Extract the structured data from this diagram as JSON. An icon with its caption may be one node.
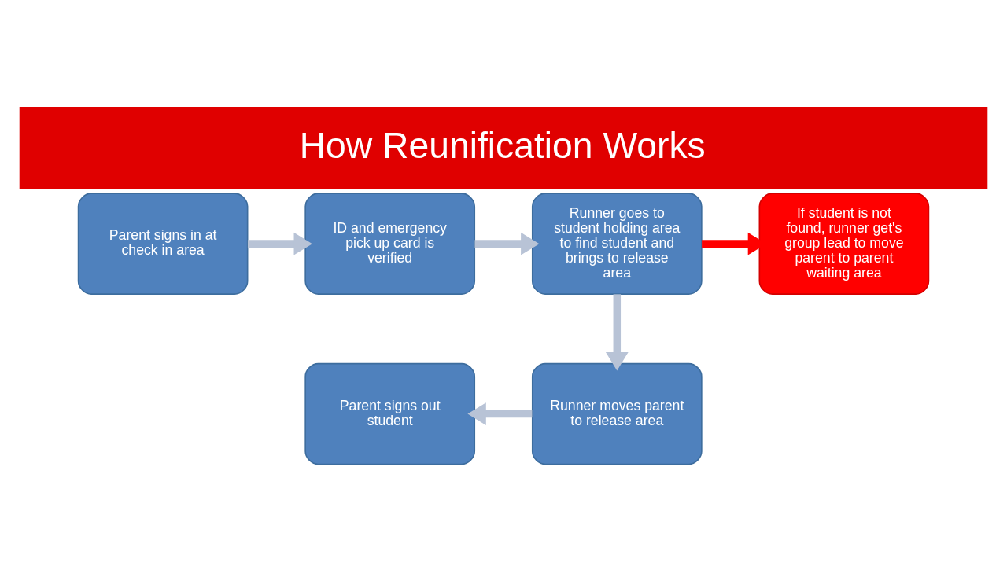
{
  "diagram": {
    "title": "How Reunification Works",
    "nodes": [
      {
        "text": [
          "Parent signs in at check in area"
        ]
      },
      {
        "text": [
          "ID and emergency pick up card is verified"
        ]
      },
      {
        "text": [
          "Runner goes to student holding area to find student and brings to release area"
        ]
      },
      {
        "text": [
          "If student is not found, runner get's group lead to move parent to parent waiting area"
        ]
      },
      {
        "text": [
          "Parent signs out student"
        ]
      },
      {
        "text": [
          "Runner moves parent to release area"
        ]
      }
    ],
    "edges": [
      {
        "from": 0,
        "to": 1,
        "arrow": "to"
      },
      {
        "from": 1,
        "to": 2,
        "arrow": "to"
      },
      {
        "from": 2,
        "to": 3,
        "arrow": "to",
        "color": "#ff0000"
      },
      {
        "from": 2,
        "to": 5,
        "arrow": "to"
      },
      {
        "from": 5,
        "to": 4,
        "arrow": "to"
      }
    ]
  }
}
